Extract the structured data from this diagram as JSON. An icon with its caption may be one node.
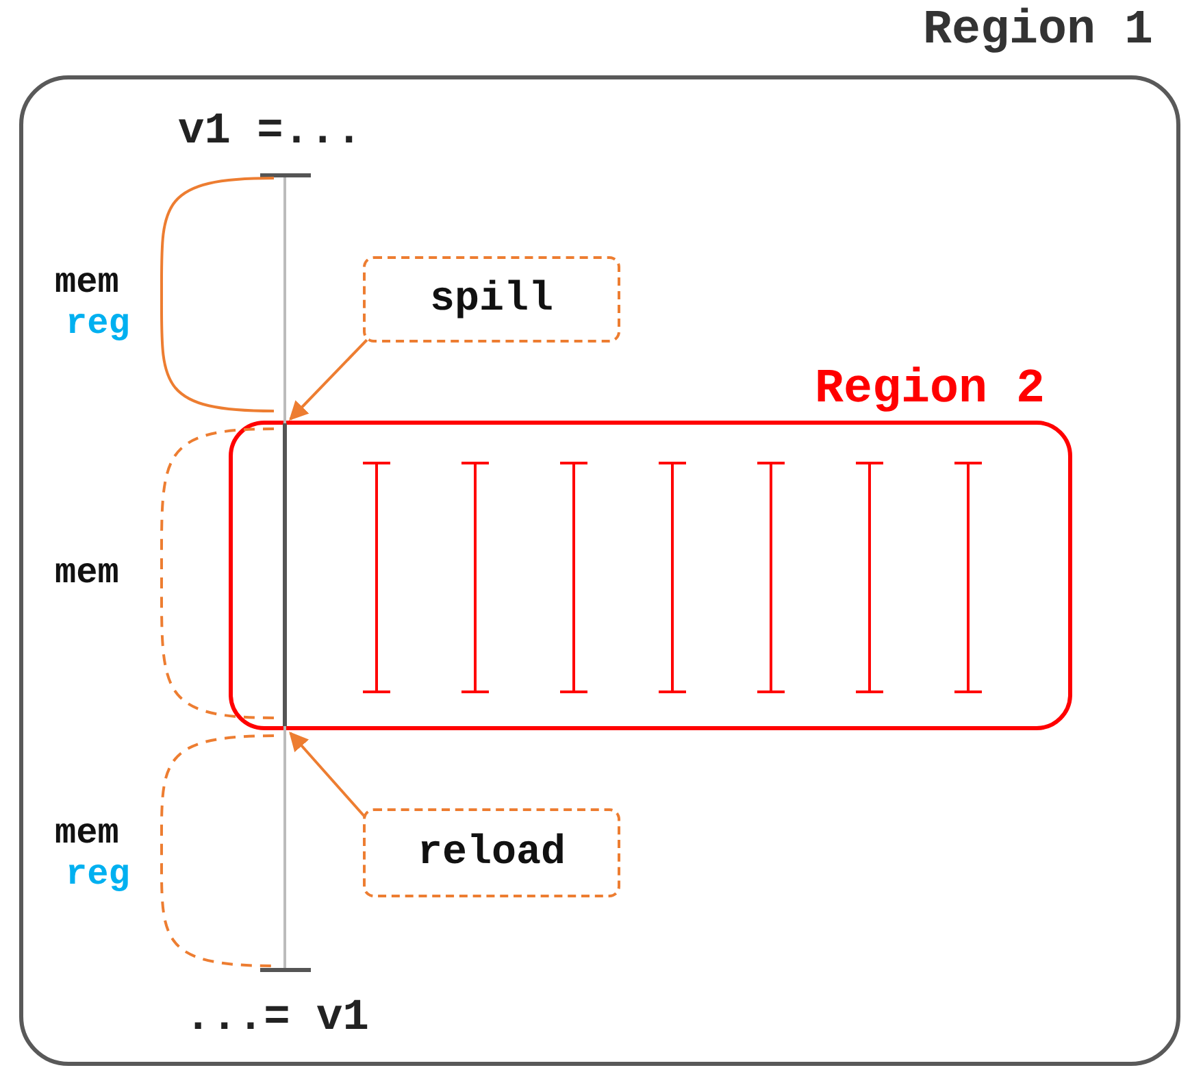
{
  "diagram": {
    "nodes": [
      {
        "text": [
          "Region 1"
        ]
      },
      {
        "text": [
          "Region 2"
        ],
        "in": 0
      },
      {
        "text": [
          "spill"
        ],
        "in": 0
      },
      {
        "text": [
          "reload"
        ],
        "in": 0
      }
    ],
    "edges": [
      {
        "from": 2,
        "to": 1,
        "arrow": "to"
      },
      {
        "from": 3,
        "to": 1,
        "arrow": "to"
      }
    ],
    "labels": [
      "v1 =...",
      "mem",
      "reg",
      "mem",
      "mem",
      "reg",
      "...= v1"
    ]
  }
}
